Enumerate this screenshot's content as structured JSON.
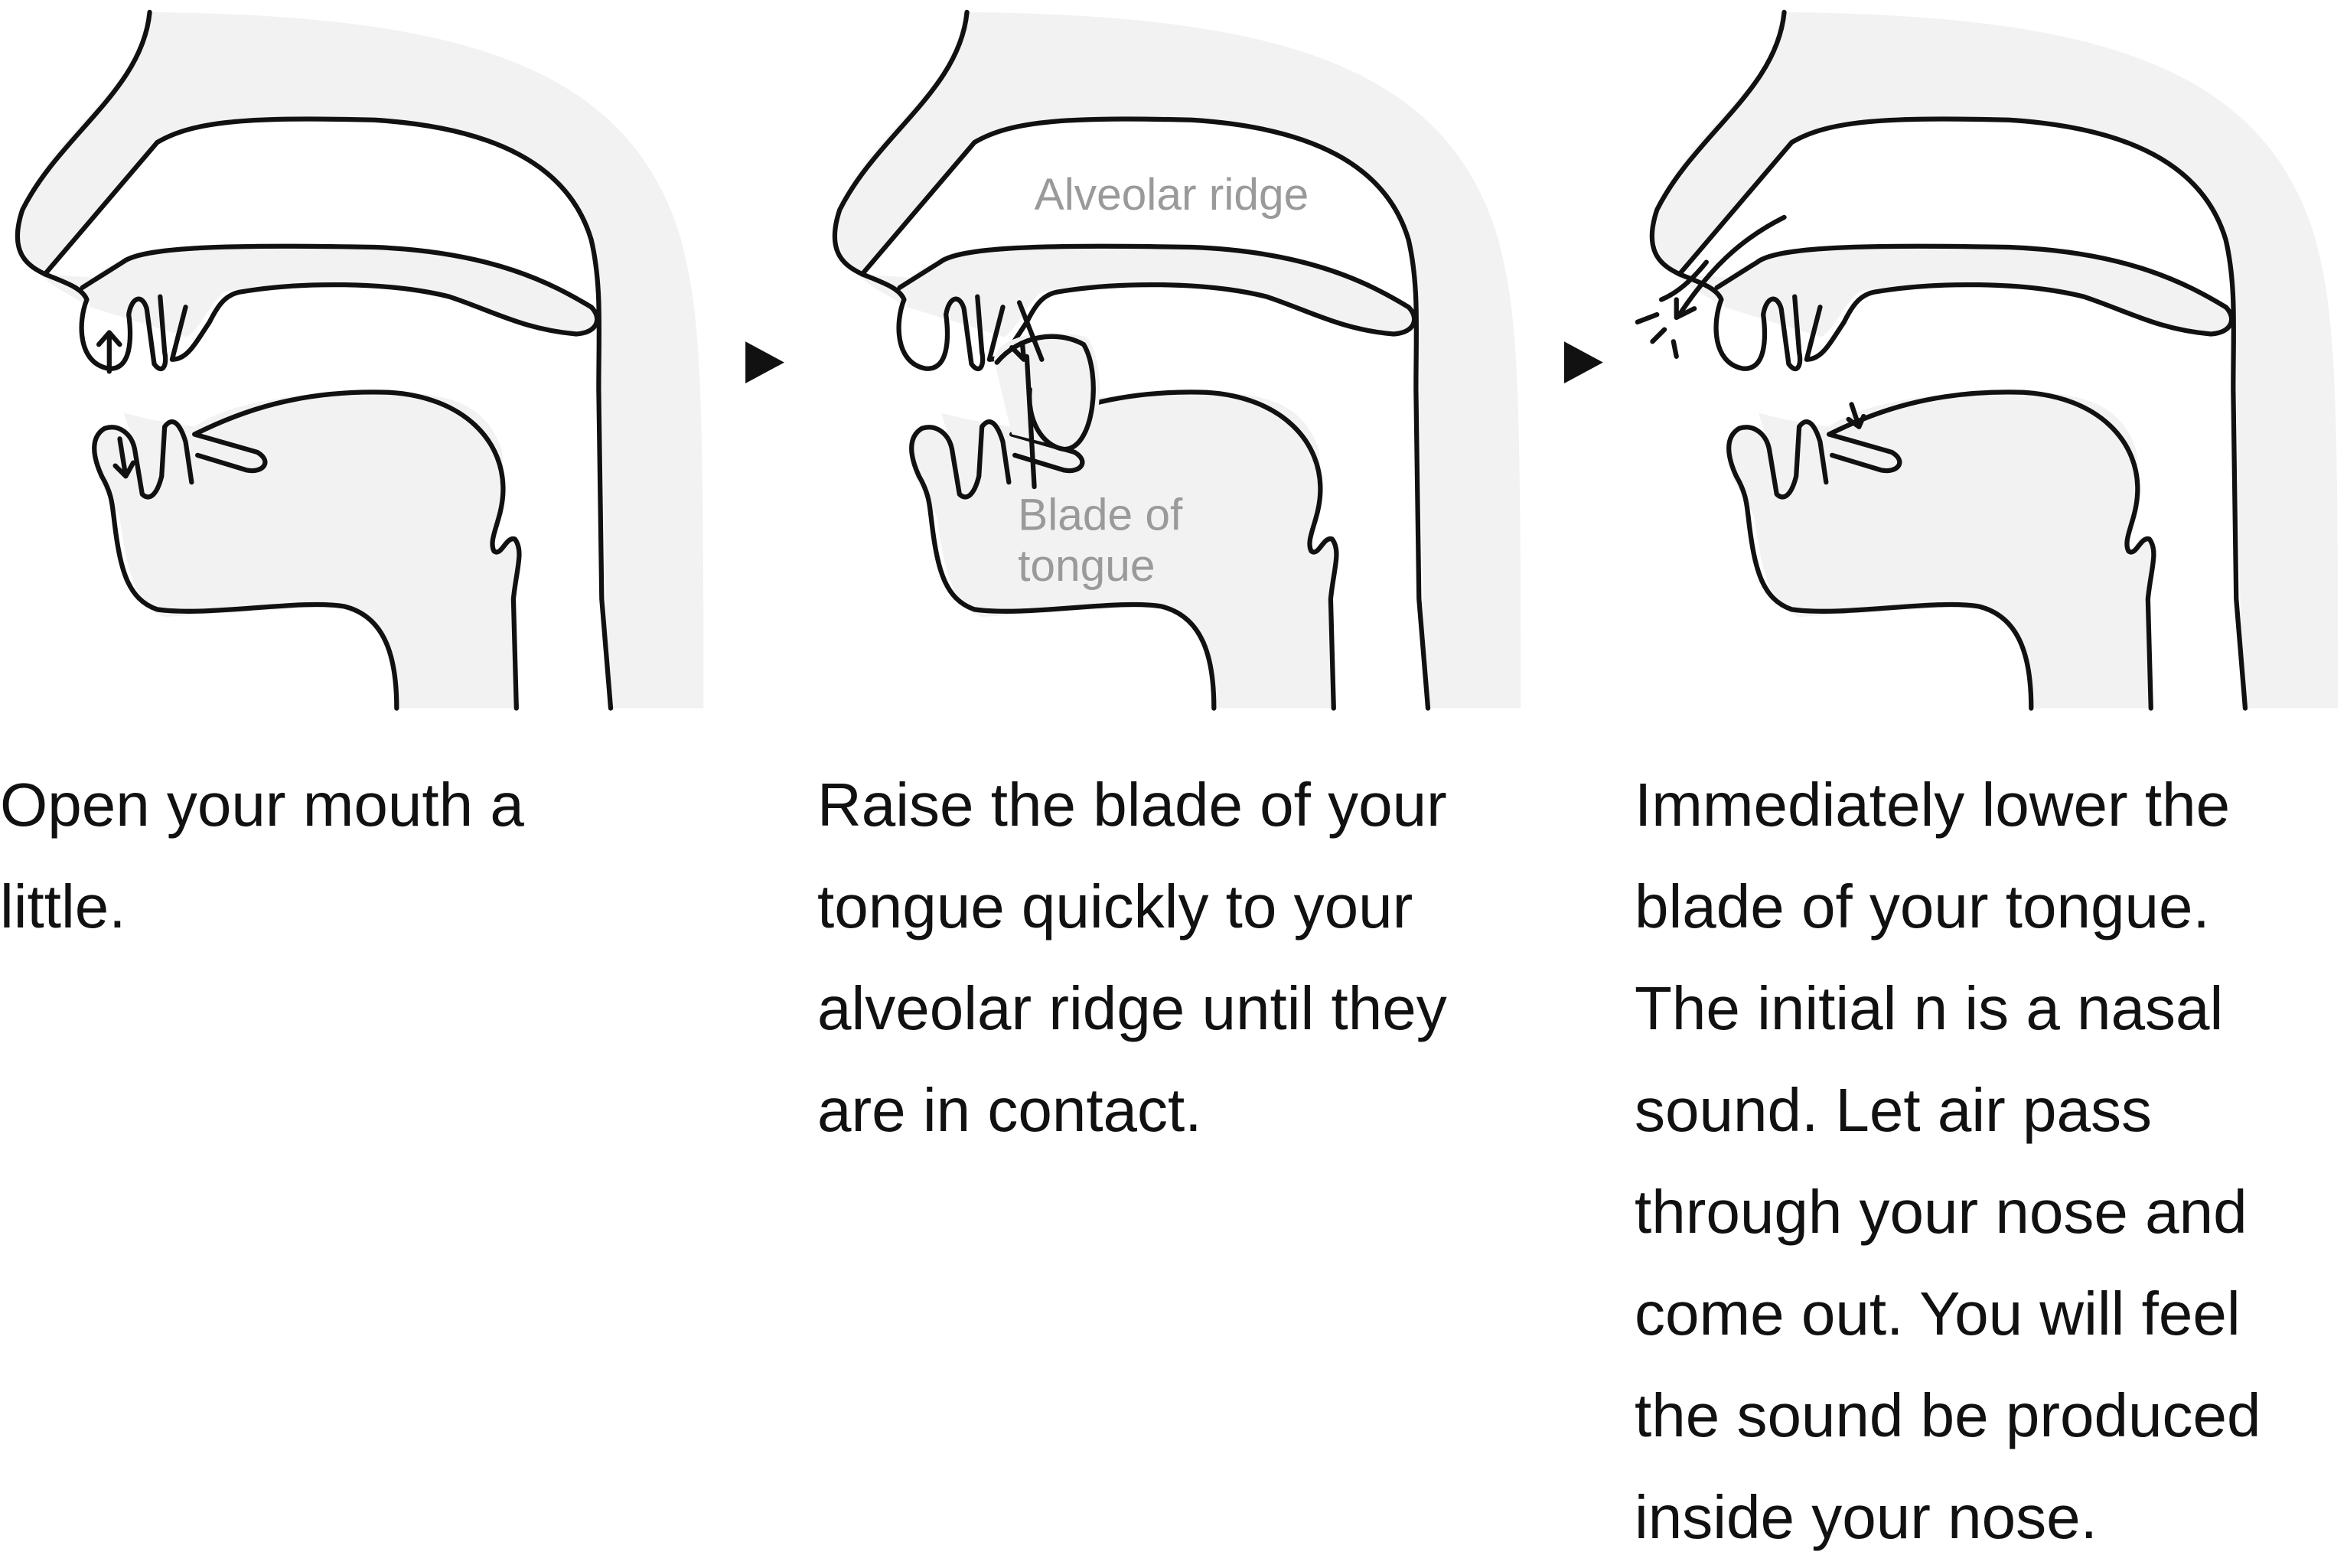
{
  "colors": {
    "fill": "#f2f2f2",
    "stroke": "#111111",
    "label": "#9a9a9a"
  },
  "icons": [
    "arrow-up-icon",
    "arrow-down-icon",
    "next-step-triangle-icon"
  ],
  "panels": [
    {
      "step_lines": [
        "Open your mouth a",
        "little."
      ]
    },
    {
      "step_lines": [
        "Raise the blade of your",
        "tongue quickly to your",
        "alveolar ridge until they",
        "are in contact."
      ],
      "labels": {
        "alveolar_ridge": "Alveolar ridge",
        "blade_line1": "Blade of",
        "blade_line2": "tongue"
      }
    },
    {
      "step_lines": [
        "Immediately lower the",
        "blade of your tongue.",
        "The initial n is a nasal",
        "sound. Let air pass",
        "through your nose and",
        "come out. You will feel",
        "the sound be produced",
        "inside your nose."
      ]
    }
  ]
}
